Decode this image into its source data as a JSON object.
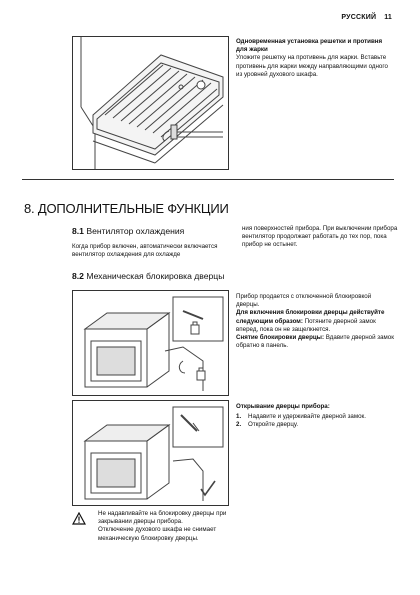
{
  "header": {
    "section": "РУССКИЙ",
    "page": "11"
  },
  "top": {
    "title": "Одновременная установка решетки и противня для жарки",
    "text": "Уложите решетку на противень для жарки. Вставьте противень для жарки между направляющими одного из уровней духового шкафа."
  },
  "section8": {
    "title": "8. ДОПОЛНИТЕЛЬНЫЕ ФУНКЦИИ",
    "s81": {
      "num": "8.1",
      "title": " Вентилятор охлаждения",
      "left": "Когда прибор включен, автоматически включается вентилятор охлаждения для охлаждения поверхностей прибора. При выключении прибора вентилятор продолжает работать до тех пор, пока прибор не остынет."
    },
    "s82": {
      "num": "8.2",
      "title": " Механическая блокировка дверцы",
      "p1": "Прибор продается с отключенной блокировкой дверцы.",
      "p2_bold": "Для включения блокировки дверцы действуйте следующим образом:",
      "p2_rest": " Потяните дверной замок вперед, пока он не защелкнется.",
      "p3_bold": "Снятие блокировки дверцы:",
      "p3_rest": " Вдавите дверной замок обратно в панель.",
      "open_title": "Открывание дверцы прибора:",
      "steps": [
        {
          "n": "1.",
          "t": "Надавите и удерживайте дверной замок."
        },
        {
          "n": "2.",
          "t": "Откройте дверцу."
        }
      ],
      "warning1": "Не надавливайте на блокировку дверцы при закрывании дверцы прибора.",
      "warning2": "Отключение духового шкафа не снимает механическую блокировку дверцы."
    }
  }
}
